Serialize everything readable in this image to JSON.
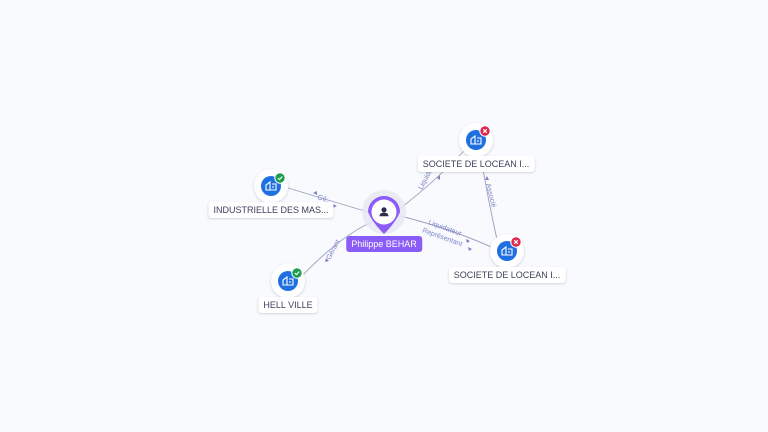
{
  "colors": {
    "background": "#f9fafd",
    "edge": "#9aa0c0",
    "edge_label": "#7b83c9",
    "company_icon": "#1e6fe0",
    "person_accent": "#8b5cf6",
    "status_active": "#1f9d4f",
    "status_closed": "#e0284f"
  },
  "person": {
    "name": "Philippe BEHAR",
    "icon": "user-icon"
  },
  "companies": [
    {
      "id": "industrielle",
      "label": "INDUSTRIELLE DES MAS...",
      "icon": "building-icon",
      "status": "active",
      "status_icon": "check-icon"
    },
    {
      "id": "hell-ville",
      "label": "HELL VILLE",
      "icon": "building-icon",
      "status": "active",
      "status_icon": "check-icon"
    },
    {
      "id": "locean-top",
      "label": "SOCIETE DE LOCEAN I...",
      "icon": "building-icon",
      "status": "closed",
      "status_icon": "close-icon"
    },
    {
      "id": "locean-bottom",
      "label": "SOCIETE DE LOCEAN I...",
      "icon": "building-icon",
      "status": "closed",
      "status_icon": "close-icon"
    }
  ],
  "relations": [
    {
      "from": "person",
      "to": "industrielle",
      "label": "Gé..."
    },
    {
      "from": "person",
      "to": "hell-ville",
      "label": "Gérant"
    },
    {
      "from": "person",
      "to": "locean-top",
      "label": "Liquidat..."
    },
    {
      "from": "person",
      "to": "locean-bottom",
      "label": "Liquidateur",
      "label2": "Représentant"
    },
    {
      "from": "locean-bottom",
      "to": "locean-top",
      "label": "Associé"
    }
  ]
}
